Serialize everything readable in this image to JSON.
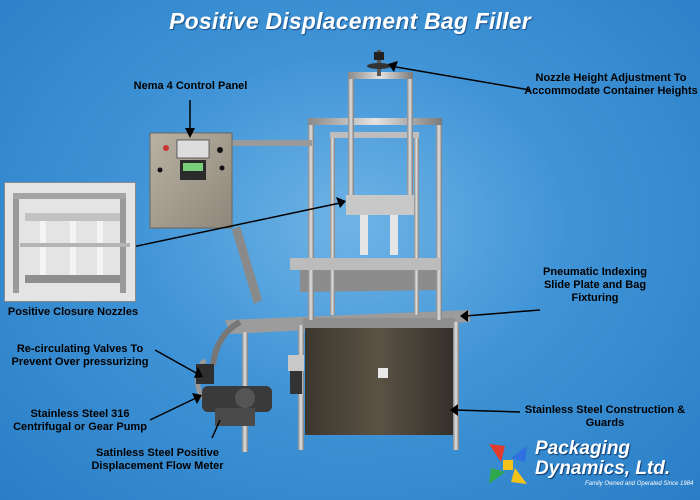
{
  "title": "Positive Displacement Bag Filler",
  "labels": {
    "control_panel": "Nema 4 Control Panel",
    "nozzle_height": "Nozzle Height Adjustment To Accommodate Container Heights",
    "positive_closure": "Positive Closure Nozzles",
    "indexing": "Pneumatic Indexing Slide Plate and Bag Fixturing",
    "recirculating": "Re-circulating Valves To Prevent Over pressurizing",
    "pump": "Stainless Steel 316 Centrifugal or Gear Pump",
    "construction": "Stainless Steel Construction & Guards",
    "flow_meter": "Satinless Steel Positive Displacement Flow Meter"
  },
  "brand": {
    "line1": "Packaging",
    "line2": "Dynamics, Ltd.",
    "tagline": "Family Owned and Operated Since 1984"
  },
  "colors": {
    "background": "#3f93d6",
    "title": "#ffffff",
    "frame": "#a9a9a9",
    "cabinet": "#4a4438"
  }
}
